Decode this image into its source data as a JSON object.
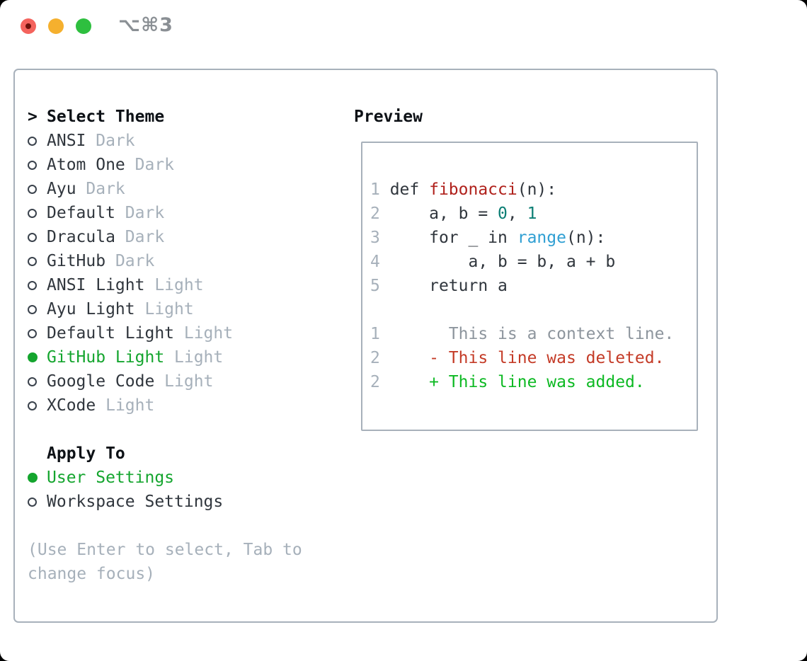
{
  "window": {
    "title": "⌥⌘3"
  },
  "theme_picker": {
    "cursor": ">",
    "header": "Select Theme",
    "themes": [
      {
        "name": "ANSI",
        "variant": "Dark",
        "selected": false
      },
      {
        "name": "Atom One",
        "variant": "Dark",
        "selected": false
      },
      {
        "name": "Ayu",
        "variant": "Dark",
        "selected": false
      },
      {
        "name": "Default",
        "variant": "Dark",
        "selected": false
      },
      {
        "name": "Dracula",
        "variant": "Dark",
        "selected": false
      },
      {
        "name": "GitHub",
        "variant": "Dark",
        "selected": false
      },
      {
        "name": "ANSI Light",
        "variant": "Light",
        "selected": false
      },
      {
        "name": "Ayu Light",
        "variant": "Light",
        "selected": false
      },
      {
        "name": "Default Light",
        "variant": "Light",
        "selected": false
      },
      {
        "name": "GitHub Light",
        "variant": "Light",
        "selected": true
      },
      {
        "name": "Google Code",
        "variant": "Light",
        "selected": false
      },
      {
        "name": "XCode",
        "variant": "Light",
        "selected": false
      }
    ],
    "apply_to": {
      "header": "Apply To",
      "options": [
        {
          "label": "User Settings",
          "selected": true
        },
        {
          "label": "Workspace Settings",
          "selected": false
        }
      ]
    },
    "hint": "(Use Enter to select, Tab to change focus)"
  },
  "preview": {
    "title": "Preview",
    "lines": [
      {
        "segments": [
          {
            "text": "1 ",
            "color": "muted"
          },
          {
            "text": "def ",
            "color": "fg"
          },
          {
            "text": "fibonacci",
            "color": "red"
          },
          {
            "text": "(n):",
            "color": "fg"
          }
        ]
      },
      {
        "segments": [
          {
            "text": "2 ",
            "color": "muted"
          },
          {
            "text": "    a, b = ",
            "color": "fg"
          },
          {
            "text": "0",
            "color": "teal"
          },
          {
            "text": ", ",
            "color": "fg"
          },
          {
            "text": "1",
            "color": "teal"
          }
        ]
      },
      {
        "segments": [
          {
            "text": "3 ",
            "color": "muted"
          },
          {
            "text": "    for _ in ",
            "color": "fg"
          },
          {
            "text": "range",
            "color": "blue"
          },
          {
            "text": "(n):",
            "color": "fg"
          }
        ]
      },
      {
        "segments": [
          {
            "text": "4 ",
            "color": "muted"
          },
          {
            "text": "        a, b = b, a + b",
            "color": "fg"
          }
        ]
      },
      {
        "segments": [
          {
            "text": "5 ",
            "color": "muted"
          },
          {
            "text": "    return a",
            "color": "fg"
          }
        ]
      },
      {
        "segments": []
      },
      {
        "segments": [
          {
            "text": "1 ",
            "color": "muted"
          },
          {
            "text": "      This is a context line.",
            "color": "context"
          }
        ]
      },
      {
        "segments": [
          {
            "text": "2 ",
            "color": "muted"
          },
          {
            "text": "    - This line was deleted.",
            "color": "dred"
          }
        ]
      },
      {
        "segments": [
          {
            "text": "2 ",
            "color": "muted"
          },
          {
            "text": "    + This line was added.",
            "color": "dgreen"
          }
        ]
      }
    ]
  },
  "colors": {
    "win_bg": "#ffffff",
    "fg": "#30363d",
    "black": "#0d1116",
    "muted": "#a6b0ba",
    "context": "#8d959d",
    "green": "#14a52e",
    "diff_green": "#0db923",
    "syntax_red": "#b0211c",
    "diff_red": "#c43b27",
    "teal": "#0b7e74",
    "blue": "#2f9fd3",
    "border": "#a8b1bb",
    "title_gray": "#8a8f94",
    "tl_red": "#f4635d",
    "tl_red_dot": "#6e120b",
    "tl_yellow": "#f5b02e",
    "tl_green": "#2ebf3f"
  }
}
